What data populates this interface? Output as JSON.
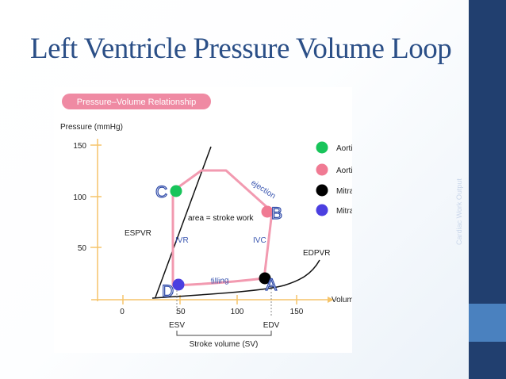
{
  "slide": {
    "title": "Left Ventricle Pressure Volume Loop",
    "sidebar_text": "Cardiac Work Output"
  },
  "figure": {
    "banner": "Pressure–Volume Relationship",
    "y_axis_label": "Pressure (mmHg)",
    "x_axis_label": "Volume (ml)",
    "y_ticks": [
      "150",
      "100",
      "50"
    ],
    "x_ticks": [
      "0",
      "50",
      "100",
      "150"
    ],
    "espvr_label": "ESPVR",
    "edpvr_label": "EDPVR",
    "ejection_label": "ejection",
    "filling_label": "filling",
    "ivr_label": "IVR",
    "ivc_label": "IVC",
    "area_label": "area = stroke work",
    "esv_label": "ESV",
    "edv_label": "EDV",
    "stroke_volume_label": "Stroke volume (SV)",
    "point_letters": {
      "a": "A",
      "b": "B",
      "c": "C",
      "d": "D"
    },
    "legend": [
      {
        "label": "Aortic valve closes",
        "color": "#18c45a"
      },
      {
        "label": "Aortic valve opens",
        "color": "#f07a93"
      },
      {
        "label": "Mitral valve closes",
        "color": "#000000"
      },
      {
        "label": "Mitral valve opens",
        "color": "#4b3fe0"
      }
    ],
    "colors": {
      "loop": "#f29ab0",
      "axis": "#f5c46a",
      "banner": "#ef8aa3",
      "letter": "#2e4aa8"
    }
  }
}
